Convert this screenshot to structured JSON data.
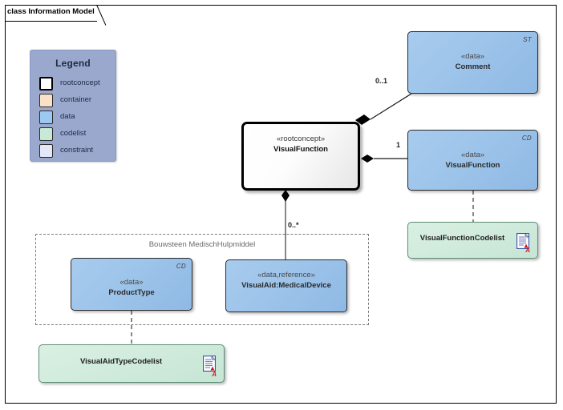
{
  "diagram": {
    "tab_label": "class Information Model"
  },
  "legend": {
    "title": "Legend",
    "items": [
      {
        "label": "rootconcept",
        "color": "#ffffff"
      },
      {
        "label": "container",
        "color": "#fbe0c9"
      },
      {
        "label": "data",
        "color": "#9dc8ef"
      },
      {
        "label": "codelist",
        "color": "#c7e9d6"
      },
      {
        "label": "constraint",
        "color": "#e4e7f8"
      }
    ]
  },
  "group": {
    "label": "Bouwsteen MedischHulpmiddel"
  },
  "nodes": {
    "comment": {
      "stereotype": "«data»",
      "name": "Comment",
      "tag": "ST",
      "kind": "data"
    },
    "rootconcept": {
      "stereotype": "«rootconcept»",
      "name": "VisualFunction",
      "tag": "",
      "kind": "rootconcept"
    },
    "visualfunction": {
      "stereotype": "«data»",
      "name": "VisualFunction",
      "tag": "CD",
      "kind": "data"
    },
    "vfcodelist": {
      "name": "VisualFunctionCodelist",
      "a_mark": "A",
      "kind": "codelist",
      "icon": "document-icon"
    },
    "producttype": {
      "stereotype": "«data»",
      "name": "ProductType",
      "tag": "CD",
      "kind": "data"
    },
    "medicaldevice": {
      "stereotype": "«data,reference»",
      "name": "VisualAid:MedicalDevice",
      "tag": "",
      "kind": "data"
    },
    "vatcodelist": {
      "name": "VisualAidTypeCodelist",
      "a_mark": "A",
      "kind": "codelist",
      "icon": "document-icon"
    }
  },
  "multiplicities": {
    "comment_to_root": "0..1",
    "root_to_visualfunction": "1",
    "root_to_medicaldevice": "0..*"
  }
}
